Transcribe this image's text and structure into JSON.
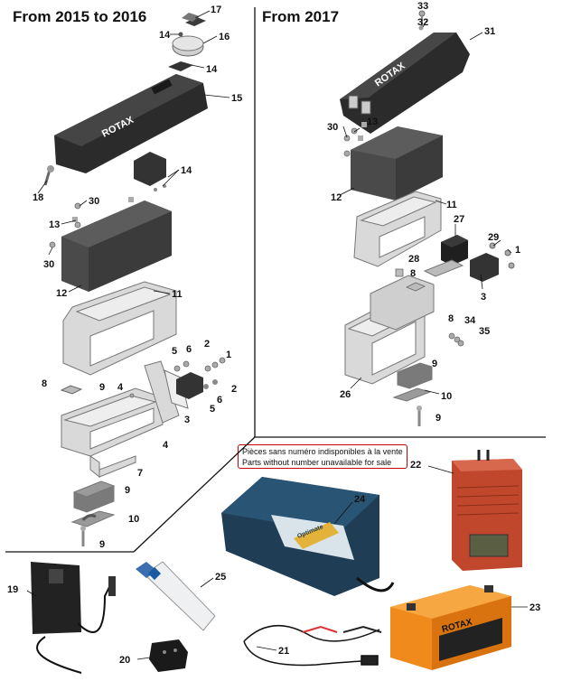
{
  "sections": {
    "left_title": "From 2015 to 2016",
    "right_title": "From 2017"
  },
  "notice": {
    "line1": "Pièces sans numéro indisponibles à la vente",
    "line2": "Parts without number unavailable for sale"
  },
  "brand_text": "ROTAX",
  "accessory_texts": {
    "charger_24_brand": "Optimate",
    "battery_23_brand": "ROTAX"
  },
  "callouts_left": [
    "17",
    "14",
    "16",
    "14",
    "15",
    "14",
    "18",
    "30",
    "13",
    "30",
    "12",
    "11",
    "5",
    "6",
    "2",
    "1",
    "8",
    "9",
    "4",
    "3",
    "5",
    "6",
    "2",
    "4",
    "7",
    "9",
    "10",
    "9"
  ],
  "callouts_right": [
    "33",
    "32",
    "31",
    "30",
    "13",
    "12",
    "11",
    "27",
    "29",
    "1",
    "28",
    "8",
    "3",
    "8",
    "34",
    "35",
    "9",
    "26",
    "10",
    "9"
  ],
  "callouts_accessories": [
    "22",
    "24",
    "19",
    "25",
    "20",
    "21",
    "23"
  ],
  "colors": {
    "part_black": "#2b2b2b",
    "part_grey": "#d9d9d9",
    "charger_red": "#c0462c",
    "battery_orange": "#f08a1c",
    "charger_blue": "#1f3d55",
    "notice_border": "#cc0000"
  }
}
